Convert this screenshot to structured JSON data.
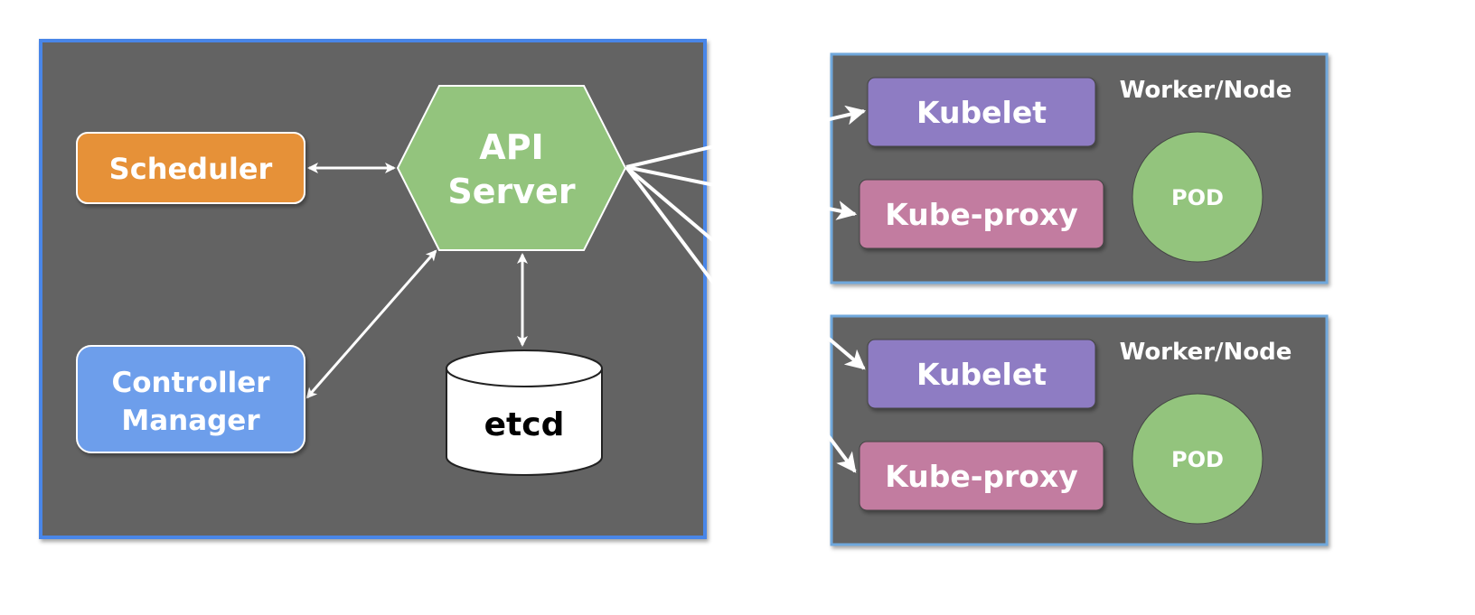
{
  "control_plane": {
    "scheduler": {
      "label": "Scheduler",
      "color": "#E69138"
    },
    "api_server": {
      "line1": "API",
      "line2": "Server",
      "color": "#93C47D"
    },
    "controller_manager": {
      "line1": "Controller",
      "line2": "Manager",
      "color": "#6D9EEB"
    },
    "etcd": {
      "label": "etcd"
    }
  },
  "worker_nodes": [
    {
      "title": "Worker/Node",
      "kubelet": "Kubelet",
      "kube_proxy": "Kube-proxy",
      "pod": "POD"
    },
    {
      "title": "Worker/Node",
      "kubelet": "Kubelet",
      "kube_proxy": "Kube-proxy",
      "pod": "POD"
    }
  ],
  "colors": {
    "panel_fill": "#636363",
    "panel_border": "#4A86E8",
    "kubelet": "#8E7CC3",
    "kube_proxy": "#C27BA0",
    "pod": "#93C47D",
    "arrow": "#ffffff"
  }
}
